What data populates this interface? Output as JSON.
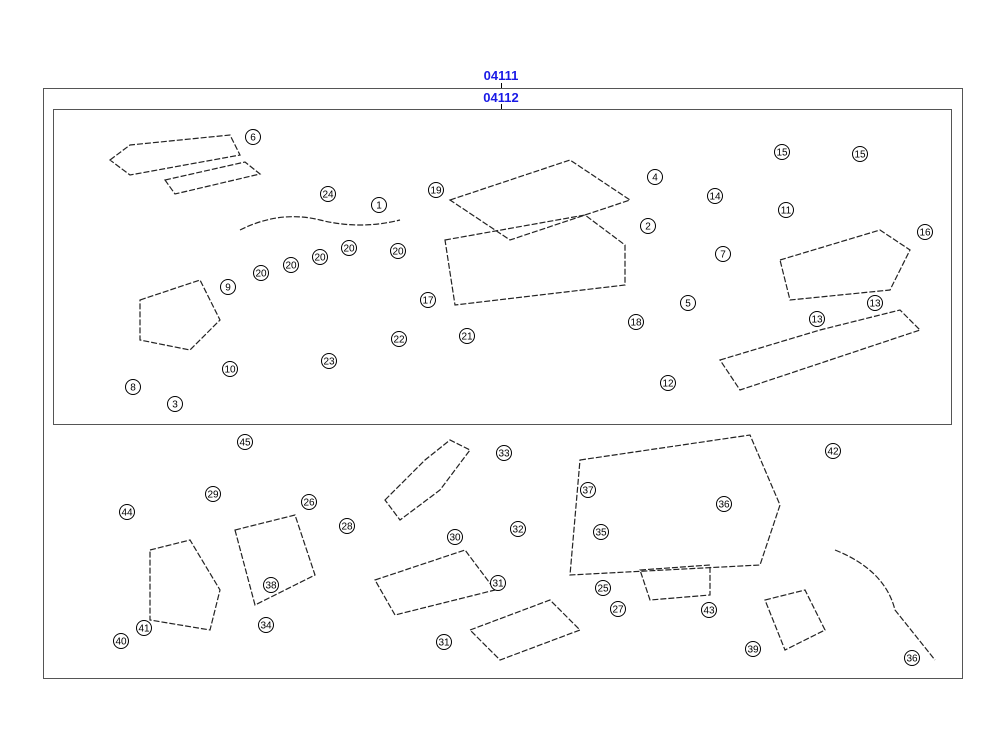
{
  "header": {
    "assembly_code": "04111",
    "subassembly_code": "04112"
  },
  "callouts": {
    "top": [
      "6",
      "24",
      "1",
      "19",
      "4",
      "2",
      "15",
      "15",
      "14",
      "11",
      "7",
      "16",
      "20",
      "20",
      "20",
      "20",
      "20",
      "9",
      "17",
      "5",
      "18",
      "13",
      "13",
      "22",
      "21",
      "10",
      "23",
      "8",
      "3",
      "12"
    ],
    "bottom": [
      "45",
      "33",
      "42",
      "29",
      "37",
      "26",
      "36",
      "44",
      "28",
      "32",
      "35",
      "30",
      "38",
      "25",
      "31",
      "27",
      "43",
      "40",
      "41",
      "34",
      "31",
      "39",
      "36"
    ]
  }
}
